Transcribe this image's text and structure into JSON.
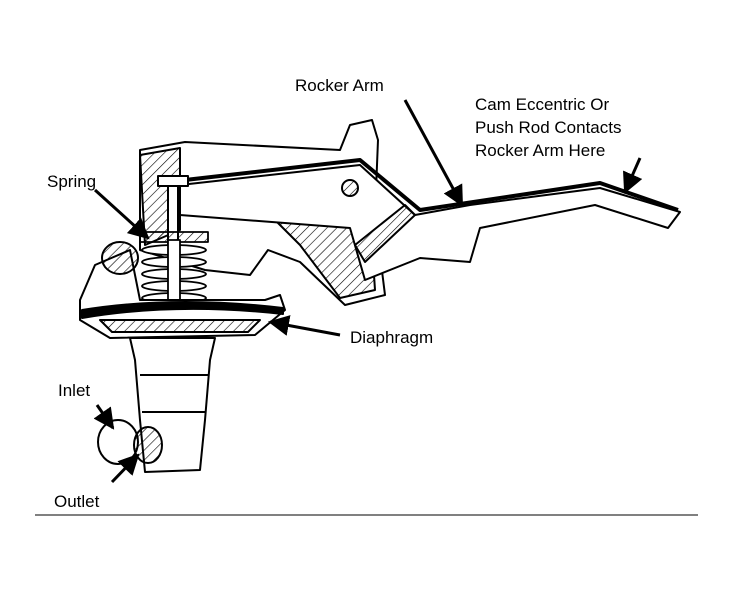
{
  "labels": {
    "rocker_arm": "Rocker Arm",
    "cam_line1": "Cam Eccentric Or",
    "cam_line2": "Push Rod Contacts",
    "cam_line3": "Rocker Arm Here",
    "spring": "Spring",
    "diaphragm": "Diaphragm",
    "inlet": "Inlet",
    "outlet": "Outlet"
  },
  "colors": {
    "ink": "#000000",
    "paper": "#ffffff"
  }
}
